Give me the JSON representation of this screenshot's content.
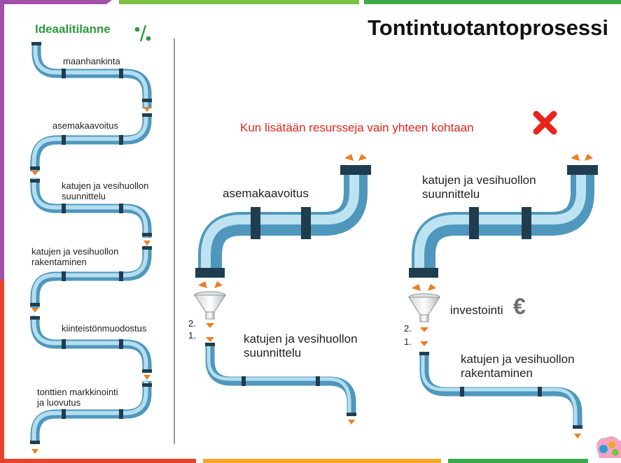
{
  "title": "Tontintuotantoprosessi",
  "ideal": {
    "title": "Ideaalitilanne",
    "steps": [
      "maanhankinta",
      "asemakaavoitus",
      "katujen ja vesihuollon\nsuunnittelu",
      "katujen ja vesihuollon\nrakentaminen",
      "kiinteistönmuodostus",
      "tonttien markkinointi\nja luovutus"
    ]
  },
  "warning": "Kun lisätään resursseja vain yhteen kohtaan",
  "scenario1": {
    "upper_label": "asemakaavoitus",
    "lower_label": "katujen ja vesihuollon\nsuunnittelu",
    "order_2": "2.",
    "order_1": "1."
  },
  "scenario2": {
    "upper_label": "katujen ja vesihuollon\nsuunnittelu",
    "middle_label": "investointi",
    "currency": "€",
    "lower_label": "katujen ja vesihuollon\nrakentaminen",
    "order_2": "2.",
    "order_1": "1."
  },
  "colors": {
    "pipe": "#8ec9e3",
    "pipe_dark": "#4f97bc",
    "joint": "#1f3d4f",
    "arrow": "#ee7d22",
    "title_green": "#2e9a3c",
    "warning_red": "#e8251c"
  },
  "icons": [
    "percent-icon",
    "red-x-icon",
    "euro-icon",
    "funnel-icon",
    "arrow-down-icon",
    "logo-icon"
  ]
}
